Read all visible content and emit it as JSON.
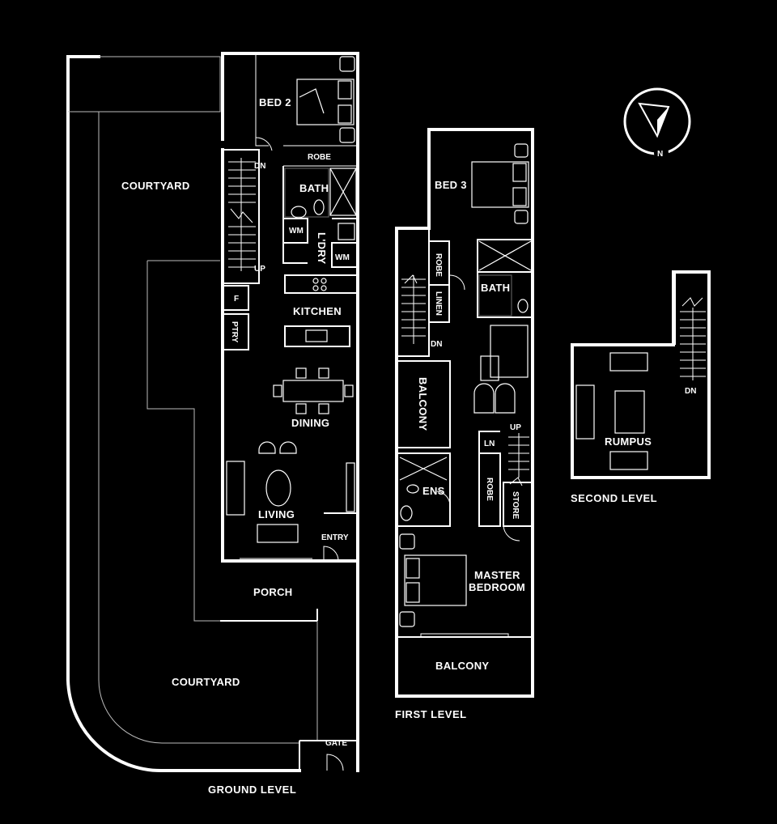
{
  "ground": {
    "courtyard_top": "COURTYARD",
    "bed2": "BED 2",
    "robe": "ROBE",
    "bath": "BATH",
    "wm1": "WM",
    "ldry": "L'DRY",
    "wm2": "WM",
    "dn": "DN",
    "up": "UP",
    "fridge": "F",
    "pantry": "PTRY",
    "kitchen": "KITCHEN",
    "dining": "DINING",
    "living": "LIVING",
    "entry": "ENTRY",
    "porch": "PORCH",
    "courtyard_bottom": "COURTYARD",
    "gate": "GATE",
    "level": "GROUND LEVEL"
  },
  "first": {
    "bed3": "BED 3",
    "robe": "ROBE",
    "linen": "LINEN",
    "bath": "BATH",
    "dn": "DN",
    "balcony_side": "BALCONY",
    "up": "UP",
    "ln": "LN",
    "ens": "ENS",
    "robe2": "ROBE",
    "store": "STORE",
    "master": "MASTER",
    "bedroom": "BEDROOM",
    "balcony": "BALCONY",
    "level": "FIRST LEVEL"
  },
  "second": {
    "dn": "DN",
    "rumpus": "RUMPUS",
    "level": "SECOND LEVEL"
  },
  "compass": {
    "north": "N"
  }
}
